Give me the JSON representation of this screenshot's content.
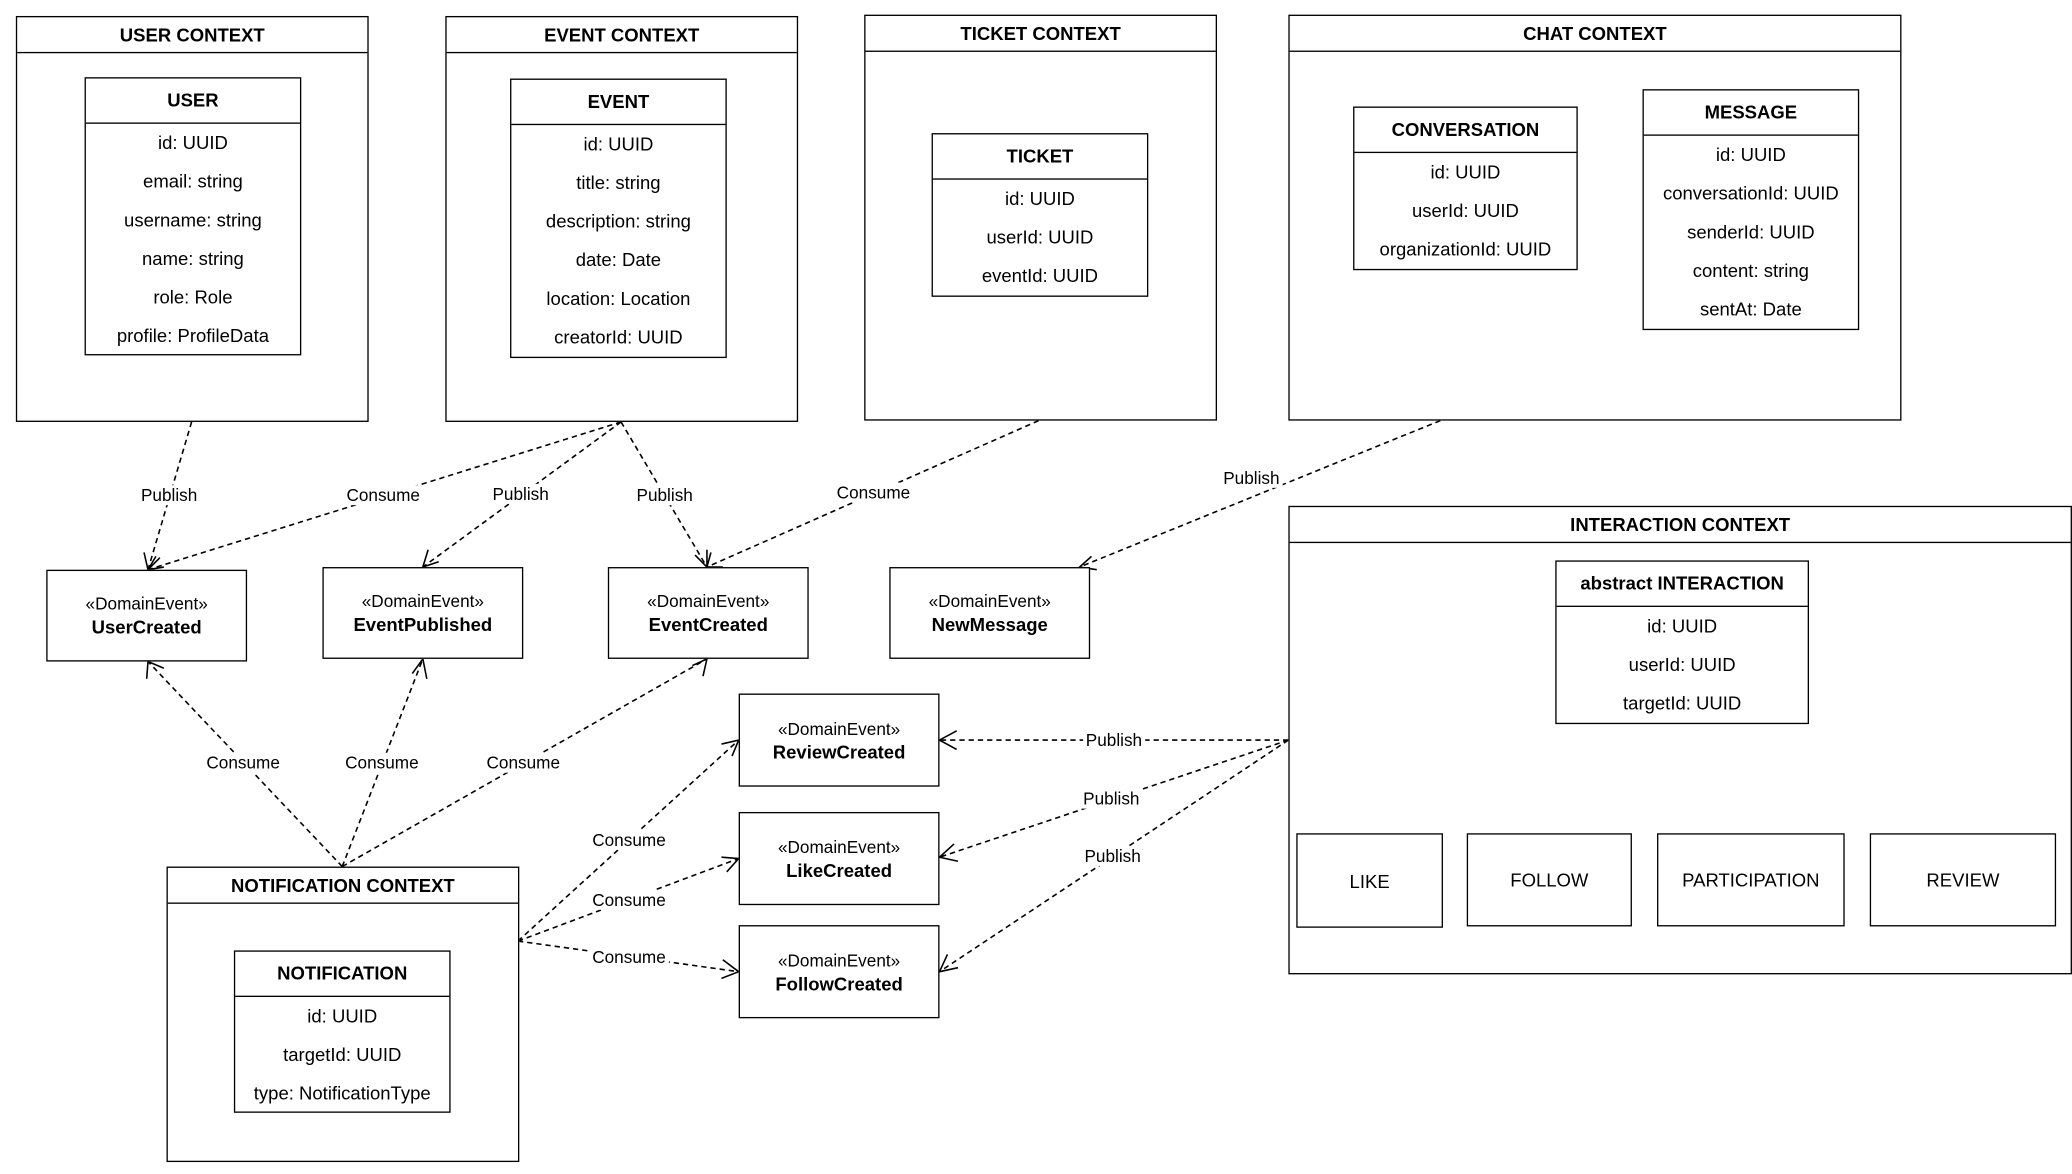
{
  "contexts": {
    "user": {
      "title": "USER CONTEXT",
      "entity": {
        "name": "USER",
        "fields": [
          "id: UUID",
          "email: string",
          "username: string",
          "name: string",
          "role: Role",
          "profile: ProfileData"
        ]
      }
    },
    "event": {
      "title": "EVENT CONTEXT",
      "entity": {
        "name": "EVENT",
        "fields": [
          "id: UUID",
          "title: string",
          "description: string",
          "date: Date",
          "location: Location",
          "creatorId: UUID"
        ]
      }
    },
    "ticket": {
      "title": "TICKET CONTEXT",
      "entity": {
        "name": "TICKET",
        "fields": [
          "id: UUID",
          "userId: UUID",
          "eventId: UUID"
        ]
      }
    },
    "chat": {
      "title": "CHAT CONTEXT",
      "conversation": {
        "name": "CONVERSATION",
        "fields": [
          "id: UUID",
          "userId: UUID",
          "organizationId: UUID"
        ]
      },
      "message": {
        "name": "MESSAGE",
        "fields": [
          "id: UUID",
          "conversationId: UUID",
          "senderId: UUID",
          "content: string",
          "sentAt: Date"
        ]
      }
    },
    "interaction": {
      "title": "INTERACTION CONTEXT",
      "entity": {
        "name": "abstract INTERACTION",
        "fields": [
          "id: UUID",
          "userId: UUID",
          "targetId: UUID"
        ]
      },
      "subtypes": [
        "LIKE",
        "FOLLOW",
        "PARTICIPATION",
        "REVIEW"
      ]
    },
    "notification": {
      "title": "NOTIFICATION CONTEXT",
      "entity": {
        "name": "NOTIFICATION",
        "fields": [
          "id: UUID",
          "targetId: UUID",
          "type: NotificationType"
        ]
      }
    }
  },
  "stereotype": "«DomainEvent»",
  "events": {
    "user_created": "UserCreated",
    "event_published": "EventPublished",
    "event_created": "EventCreated",
    "new_message": "NewMessage",
    "review_created": "ReviewCreated",
    "like_created": "LikeCreated",
    "follow_created": "FollowCreated"
  },
  "labels": {
    "publish": "Publish",
    "consume": "Consume"
  }
}
